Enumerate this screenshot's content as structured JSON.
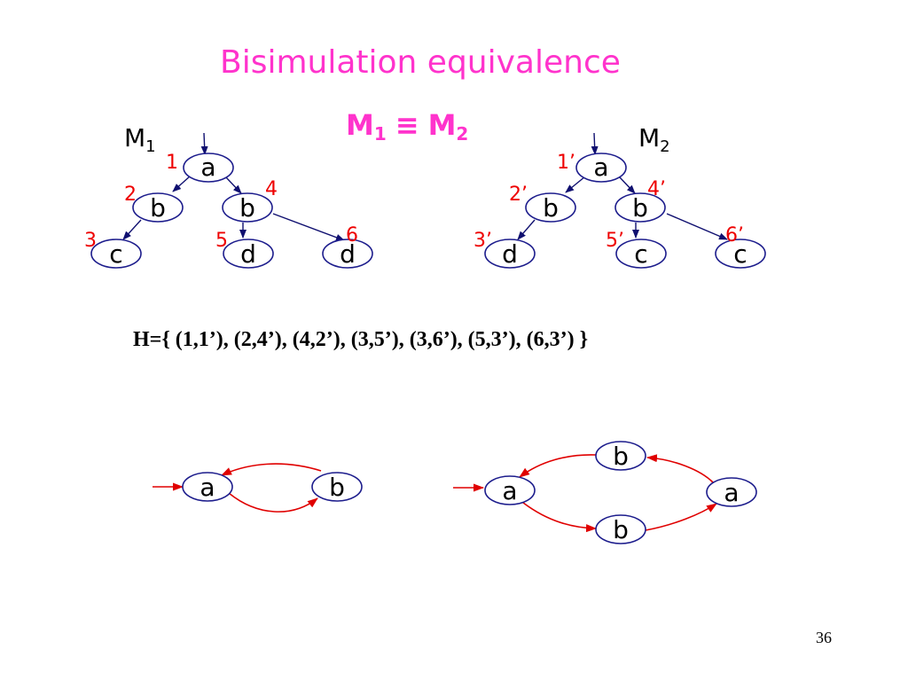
{
  "slide": {
    "title": "Bisimulation equivalence",
    "page_number": "36"
  },
  "equivalence": {
    "left": "M",
    "left_sub": "1",
    "symbol": "≡",
    "right": "M",
    "right_sub": "2"
  },
  "machine1": {
    "label": "M",
    "label_sub": "1",
    "nodes": [
      {
        "id": "1",
        "state": "a",
        "number": "1"
      },
      {
        "id": "2",
        "state": "b",
        "number": "2"
      },
      {
        "id": "4",
        "state": "b",
        "number": "4"
      },
      {
        "id": "3",
        "state": "c",
        "number": "3"
      },
      {
        "id": "5",
        "state": "d",
        "number": "5"
      },
      {
        "id": "6",
        "state": "d",
        "number": "6"
      }
    ]
  },
  "machine2": {
    "label": "M",
    "label_sub": "2",
    "nodes": [
      {
        "id": "1p",
        "state": "a",
        "number": "1’"
      },
      {
        "id": "2p",
        "state": "b",
        "number": "2’"
      },
      {
        "id": "4p",
        "state": "b",
        "number": "4’"
      },
      {
        "id": "3p",
        "state": "d",
        "number": "3’"
      },
      {
        "id": "5p",
        "state": "c",
        "number": "5’"
      },
      {
        "id": "6p",
        "state": "c",
        "number": "6’"
      }
    ]
  },
  "relation": "H={ (1,1’), (2,4’), (4,2’), (3,5’), (3,6’), (5,3’), (6,3’) }",
  "loop1": {
    "nodes": [
      {
        "id": "a",
        "state": "a"
      },
      {
        "id": "b",
        "state": "b"
      }
    ]
  },
  "loop2": {
    "nodes": [
      {
        "id": "a_left",
        "state": "a"
      },
      {
        "id": "b_top",
        "state": "b"
      },
      {
        "id": "a_right",
        "state": "a"
      },
      {
        "id": "b_bottom",
        "state": "b"
      }
    ]
  },
  "colors": {
    "title": "#ff33cc",
    "numbers": "#ee0000",
    "tree_edges": "#101070",
    "loop_edges": "#e00000"
  }
}
